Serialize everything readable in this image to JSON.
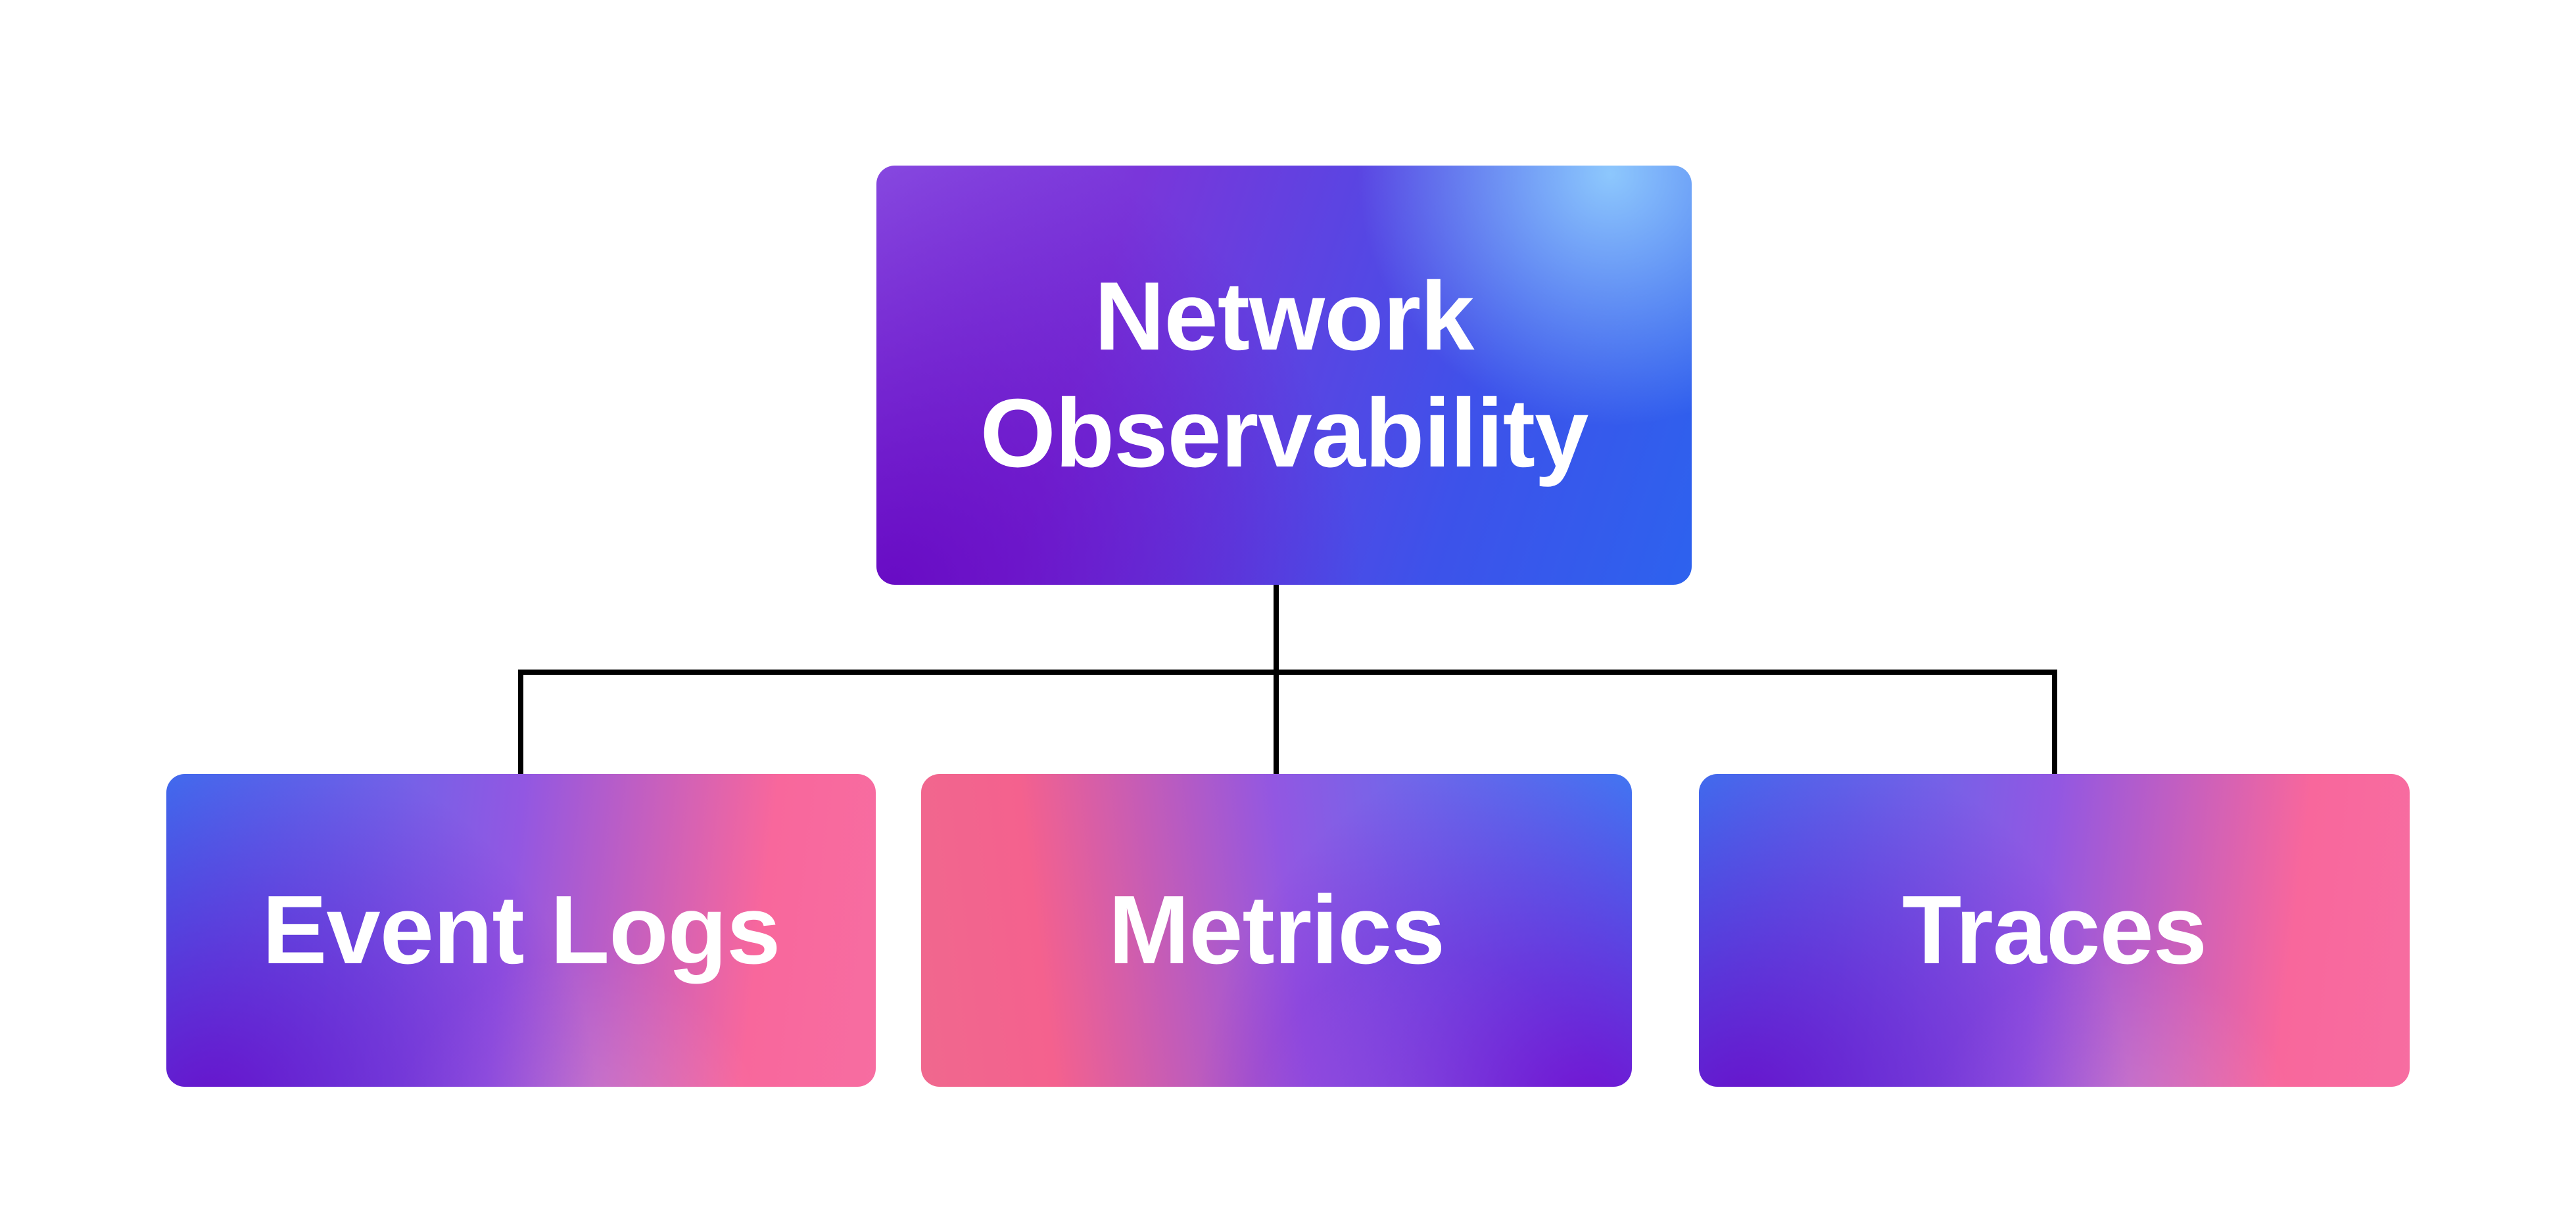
{
  "diagram": {
    "type": "hierarchy",
    "root": {
      "id": "network-observability",
      "label": "Network Observability"
    },
    "children": [
      {
        "id": "event-logs",
        "label": "Event Logs"
      },
      {
        "id": "metrics",
        "label": "Metrics"
      },
      {
        "id": "traces",
        "label": "Traces"
      }
    ]
  },
  "colors": {
    "canvas_background": "#ffffff",
    "connector_line": "#000000",
    "node_text": "#ffffff",
    "root_node_gradient": {
      "top_left": "#8a4fe3",
      "top_right_glow": "#4d96f0",
      "bottom_left": "#6a06c4",
      "bottom_right": "#2743e0"
    },
    "child_node_gradient": {
      "blue": "#3b77f2",
      "deep_purple": "#6e0ac8",
      "pink": "#f8689c"
    }
  }
}
